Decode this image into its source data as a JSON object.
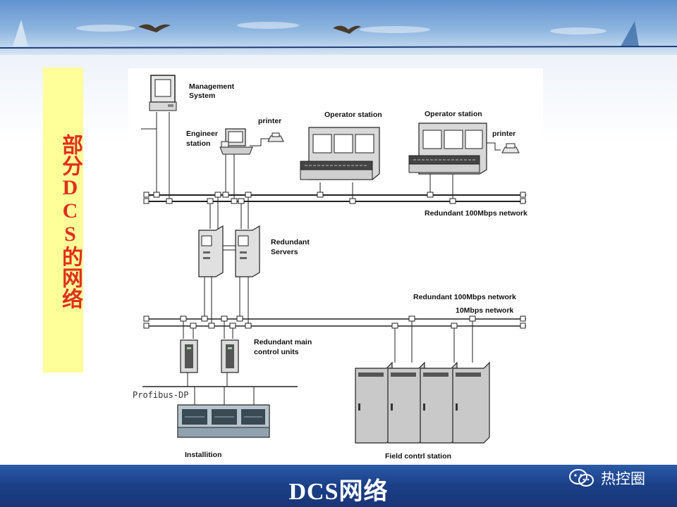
{
  "side_title": "部分DCS的网络",
  "footer": {
    "title": "DCS网络",
    "watermark": "热控圈",
    "watermark_icon": "wechat-icon"
  },
  "diagram": {
    "management_system_1": "Management",
    "management_system_2": "System",
    "engineer_station_1": "Engineer",
    "engineer_station_2": "station",
    "printer_1": "printer",
    "printer_2": "printer",
    "operator_station_1": "Operator station",
    "operator_station_2": "Operator station",
    "redundant_network_upper": "Redundant 100Mbps network",
    "redundant_servers_1": "Redundant",
    "redundant_servers_2": "Servers",
    "redundant_network_lower": "Redundant 100Mbps network",
    "network_10mbps": "10Mbps network",
    "redundant_main_control_1": "Redundant main",
    "redundant_main_control_2": "control units",
    "profibus": "Profibus-DP",
    "installation": "Installition",
    "field_control_station": "Field contrl station"
  }
}
